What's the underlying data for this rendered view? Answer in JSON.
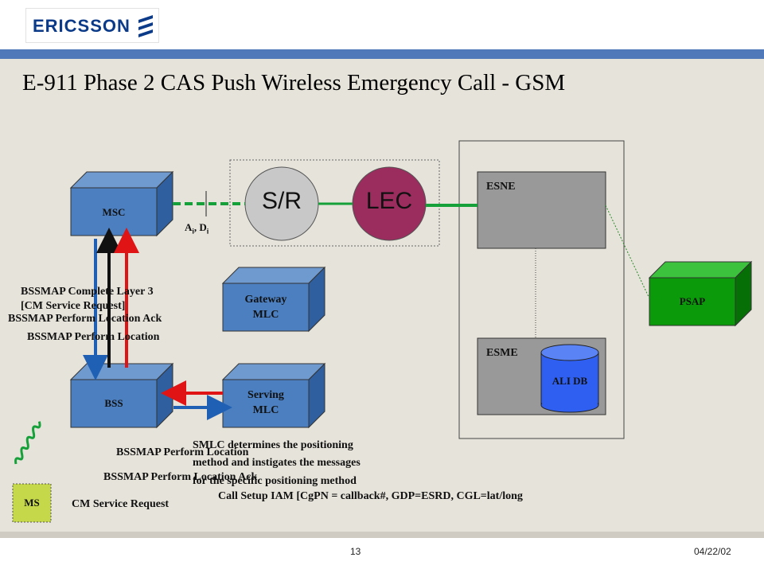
{
  "header": {
    "logo_text": "ERICSSON"
  },
  "title": "E-911 Phase 2 CAS Push Wireless Emergency Call - GSM",
  "nodes": {
    "msc": "MSC",
    "gateway_mlc_line1": "Gateway",
    "gateway_mlc_line2": "MLC",
    "bss": "BSS",
    "serving_mlc_line1": "Serving",
    "serving_mlc_line2": "MLC",
    "ms": "MS",
    "sr": "S/R",
    "lec": "LEC",
    "esne": "ESNE",
    "esme": "ESME",
    "ali_db": "ALI DB",
    "psap": "PSAP"
  },
  "interface": {
    "a": "A",
    "a_sub": "i",
    "sep": ",",
    "d": "D",
    "d_sub": "i"
  },
  "messages": {
    "complete_layer3_line1": "BSSMAP Complete Layer 3",
    "complete_layer3_line2": "[CM Service Request]",
    "perform_location_ack_upper": "BSSMAP Perform Location Ack",
    "perform_location_upper": "BSSMAP Perform Location",
    "perform_location_lower": "BSSMAP Perform Location",
    "perform_location_ack_lower": "BSSMAP Perform Location Ack",
    "cm_service_request": "CM Service Request",
    "smlc_line1": "SMLC determines the positioning",
    "smlc_line2": "method and instigates the messages",
    "smlc_line3": "for the specific positioning method",
    "call_setup": "Call Setup IAM [CgPN = callback#, GDP=ESRD, CGL=lat/long"
  },
  "footer": {
    "page": "13",
    "date": "04/22/02"
  },
  "colors": {
    "blue_box": "#4b7fc0",
    "green_box": "#0a9a0a",
    "gray_box": "#999999",
    "lec_circle": "#9b2d5e",
    "sr_circle": "#c8c8c8",
    "ali_db": "#2f5ff0",
    "ms_box": "#c5d84a",
    "arrow_blue": "#1f5fb4",
    "arrow_red": "#e01414",
    "link_green": "#16a03a"
  }
}
